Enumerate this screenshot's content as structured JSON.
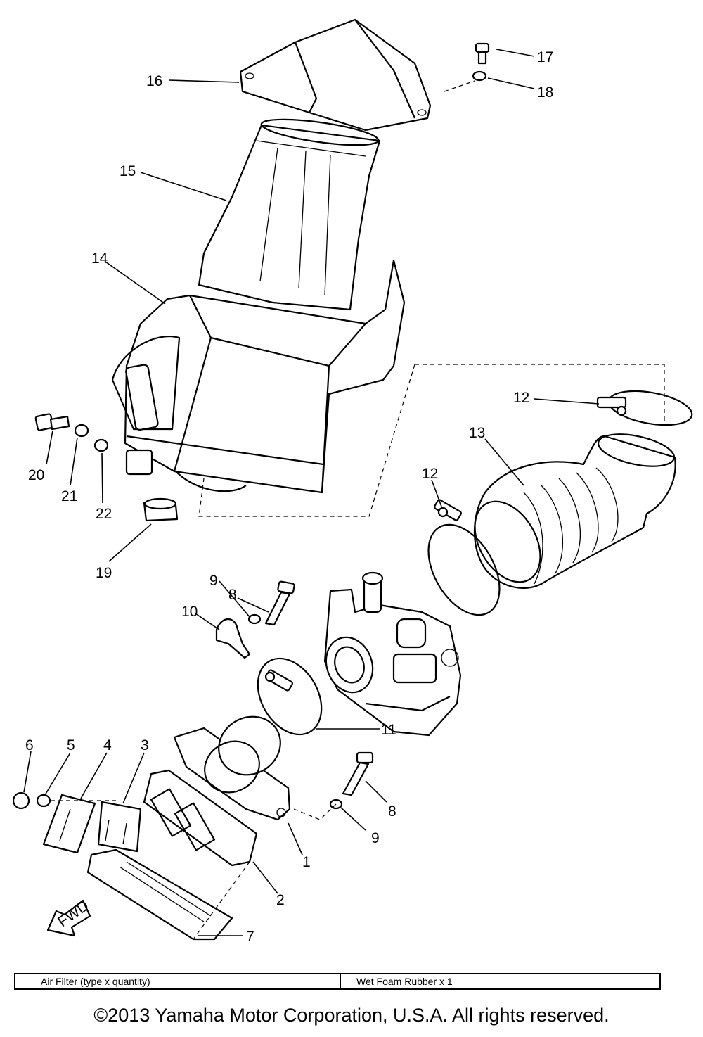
{
  "callouts": {
    "c1": "1",
    "c2": "2",
    "c3": "3",
    "c4": "4",
    "c5": "5",
    "c6": "6",
    "c7": "7",
    "c8a": "8",
    "c8b": "8",
    "c9a": "9",
    "c9b": "9",
    "c10": "10",
    "c11": "11",
    "c12a": "12",
    "c12b": "12",
    "c13": "13",
    "c14": "14",
    "c15": "15",
    "c16": "16",
    "c17": "17",
    "c18": "18",
    "c19": "19",
    "c20": "20",
    "c21": "21",
    "c22": "22"
  },
  "fwd_label": "FWD",
  "spec_table": {
    "label": "Air Filter (type x quantity)",
    "value": "Wet Foam Rubber x 1"
  },
  "copyright": "©2013 Yamaha Motor Corporation, U.S.A. All rights reserved."
}
